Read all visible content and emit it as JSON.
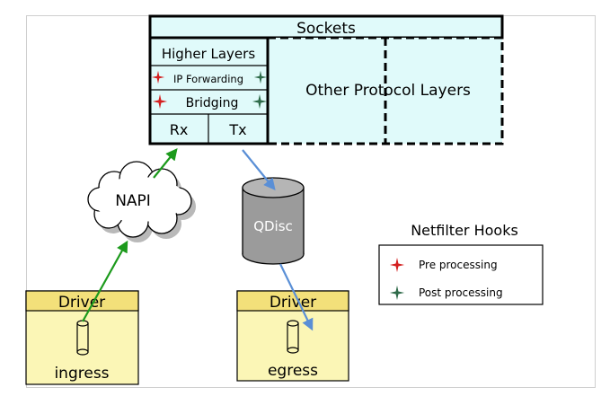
{
  "stack": {
    "sockets_label": "Sockets",
    "higher_layers_label": "Higher Layers",
    "ip_forwarding_label": "IP Forwarding",
    "bridging_label": "Bridging",
    "rx_label": "Rx",
    "tx_label": "Tx",
    "other_protocol_label": "Other Protocol Layers"
  },
  "napi_label": "NAPI",
  "qdisc_label": "QDisc",
  "ingress_driver": {
    "header": "Driver",
    "label": "ingress"
  },
  "egress_driver": {
    "header": "Driver",
    "label": "egress"
  },
  "legend": {
    "title": "Netfilter Hooks",
    "items": [
      {
        "label": "Pre processing",
        "color": "#d42020"
      },
      {
        "label": "Post processing",
        "color": "#2f6b4a"
      }
    ]
  },
  "colors": {
    "light_cyan": "#e0fafa",
    "driver_header": "#f3e07a",
    "driver_body": "#fbf6b6",
    "cylinder_gray": "#9b9b9b",
    "arrow_green": "#1c9a1c",
    "arrow_blue": "#5a8fd6"
  }
}
